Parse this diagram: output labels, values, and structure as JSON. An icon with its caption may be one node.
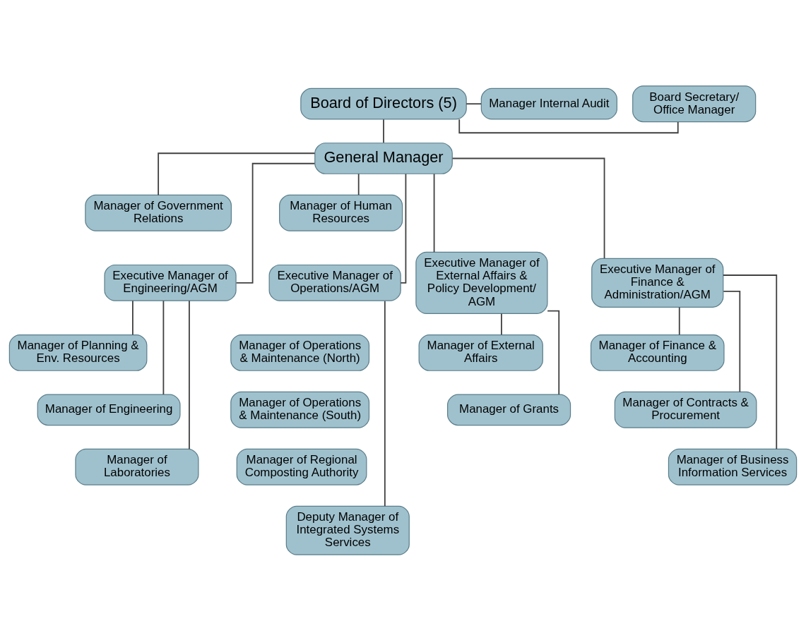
{
  "diagram": {
    "nodes": [
      {
        "text": [
          "Board of Directors (5)"
        ]
      },
      {
        "text": [
          "Manager Internal Audit"
        ]
      },
      {
        "text": [
          "Board Secretary/ Office Manager"
        ]
      },
      {
        "text": [
          "General Manager"
        ]
      },
      {
        "text": [
          "Manager of Government Relations"
        ]
      },
      {
        "text": [
          "Manager of Human Resources"
        ]
      },
      {
        "text": [
          "Executive Manager of Engineering/AGM"
        ]
      },
      {
        "text": [
          "Manager of Planning & Env. Resources"
        ]
      },
      {
        "text": [
          "Manager of Engineering"
        ]
      },
      {
        "text": [
          "Manager of Laboratories"
        ]
      },
      {
        "text": [
          "Executive Manager of External Affairs & Policy Development/ AGM"
        ]
      },
      {
        "text": [
          "Manager of External Affairs"
        ]
      },
      {
        "text": [
          "Manager of Grants"
        ]
      },
      {
        "text": [
          "Executive Manager of Finance & Administration/AGM"
        ]
      },
      {
        "text": [
          "Manager of Finance & Accounting"
        ]
      },
      {
        "text": [
          "Manager of Contracts & Procurement"
        ]
      },
      {
        "text": [
          "Manager of Business Information Services"
        ]
      },
      {
        "text": [
          "Executive Manager of Operations/AGM"
        ]
      },
      {
        "text": [
          "Manager of Operations & Maintenance (North)"
        ]
      },
      {
        "text": [
          "Manager of Operations & Maintenance (South)"
        ]
      },
      {
        "text": [
          "Manager of Regional Composting Authority"
        ]
      },
      {
        "text": [
          "Deputy Manager of Integrated Systems Services"
        ]
      }
    ],
    "edges": [
      {
        "from": 0,
        "to": 1,
        "arrow": "none"
      },
      {
        "from": 0,
        "to": 2,
        "arrow": "none"
      },
      {
        "from": 0,
        "to": 3,
        "arrow": "none"
      },
      {
        "from": 3,
        "to": 4,
        "arrow": "none"
      },
      {
        "from": 3,
        "to": 5,
        "arrow": "none"
      },
      {
        "from": 3,
        "to": 6,
        "arrow": "none"
      },
      {
        "from": 3,
        "to": 10,
        "arrow": "none"
      },
      {
        "from": 3,
        "to": 13,
        "arrow": "none"
      },
      {
        "from": 3,
        "to": 17,
        "arrow": "none"
      },
      {
        "from": 6,
        "to": 7,
        "arrow": "none"
      },
      {
        "from": 6,
        "to": 8,
        "arrow": "none"
      },
      {
        "from": 6,
        "to": 9,
        "arrow": "none"
      },
      {
        "from": 10,
        "to": 11,
        "arrow": "none"
      },
      {
        "from": 10,
        "to": 12,
        "arrow": "none"
      },
      {
        "from": 13,
        "to": 14,
        "arrow": "none"
      },
      {
        "from": 13,
        "to": 15,
        "arrow": "none"
      },
      {
        "from": 13,
        "to": 16,
        "arrow": "none"
      },
      {
        "from": 17,
        "to": 21,
        "arrow": "none"
      }
    ]
  }
}
